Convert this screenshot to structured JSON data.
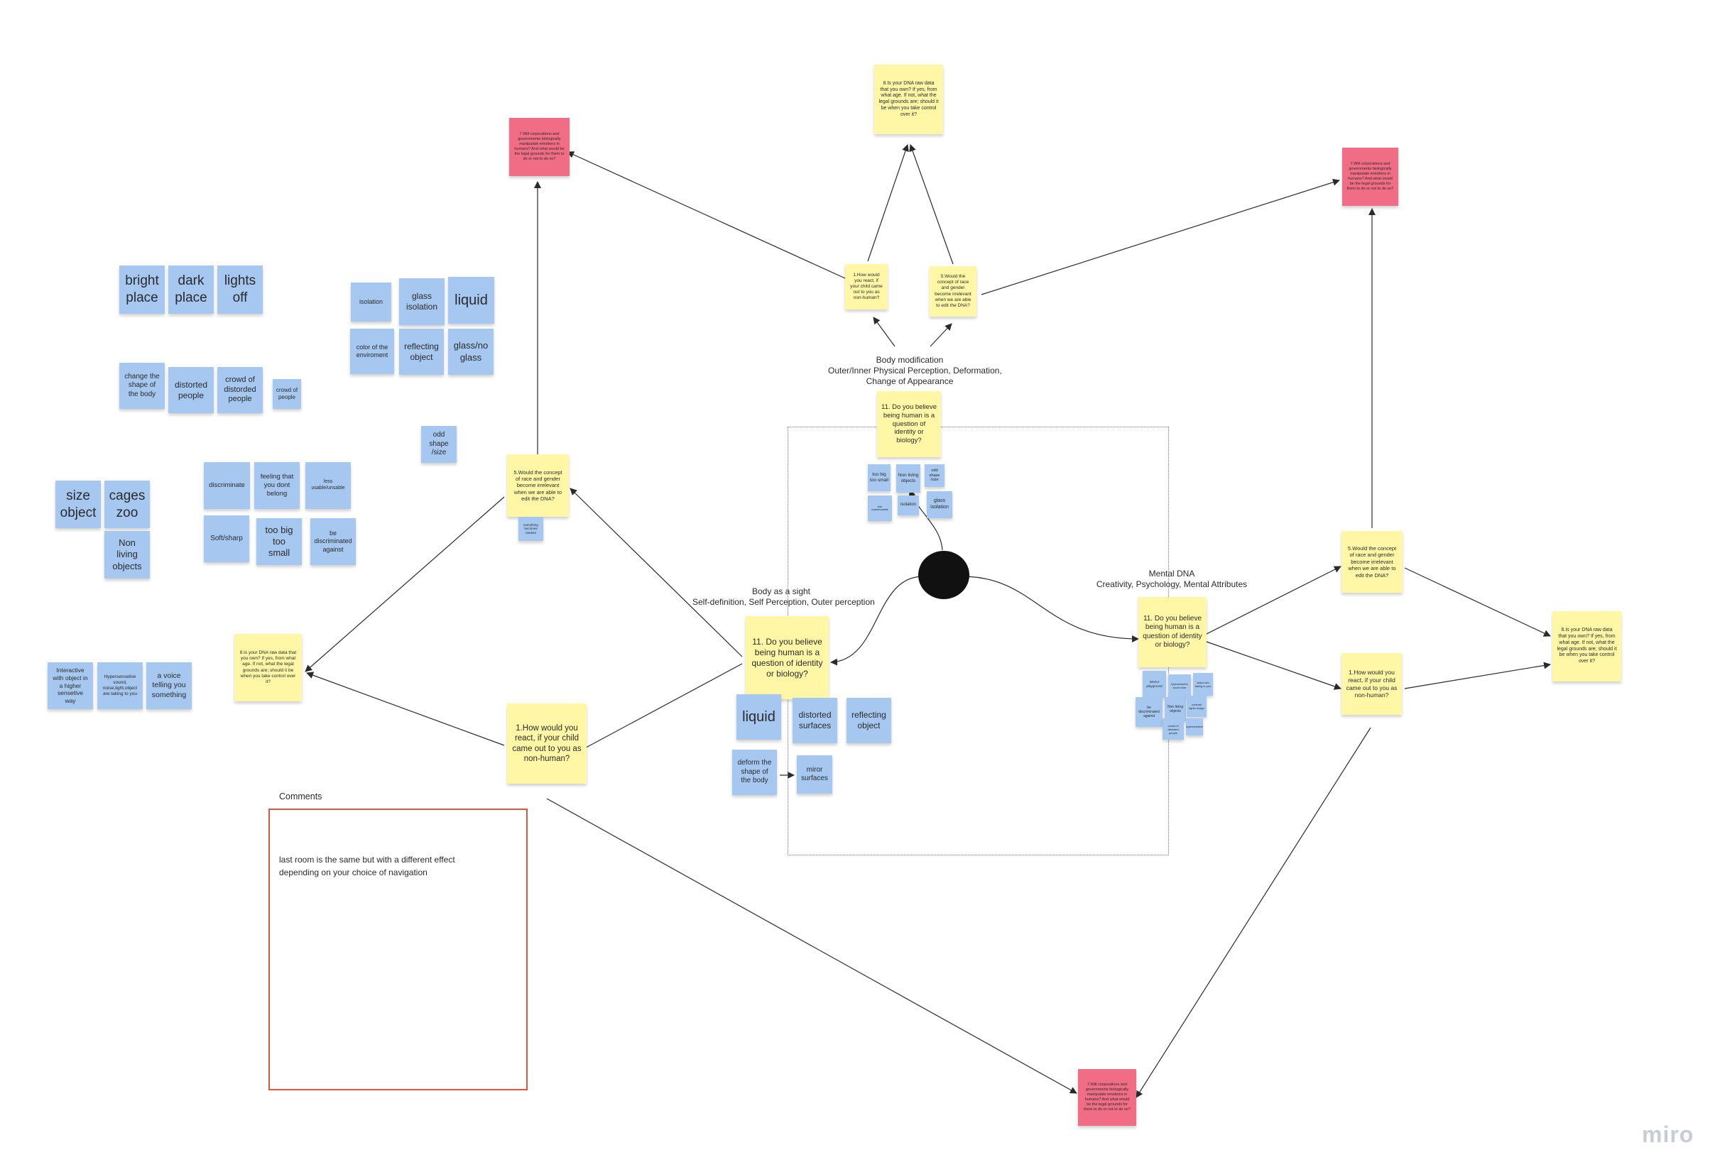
{
  "board": {
    "logo": "miro",
    "colors": {
      "yellow": "#fff7a6",
      "blue": "#a6c8f0",
      "pink": "#f16d86",
      "comment_border": "#e0553c"
    }
  },
  "labels": {
    "body_modification_1": "Body modification",
    "body_modification_2": "Outer/Inner Physical Perception, Deformation,",
    "body_modification_3": "Change of Appearance",
    "body_sight_1": "Body as a sight",
    "body_sight_2": "Self-definition, Self Perception, Outer perception",
    "mental_1": "Mental DNA",
    "mental_2": "Creativity, Psychology, Mental Attributes",
    "comments_title": "Comments"
  },
  "comment": {
    "line1": "last room is the same but with a different effect",
    "line2": "depending on your choice of navigation"
  },
  "notes": {
    "center_top_q11": "11. Do you believe being human is a question of identity or biology?",
    "top_q1": "1.How would you react, if your child came out to you as non-human?",
    "top_q5": "5.Would the concept of race and gender become irrelevant when we are able to edit the DNA?",
    "top_q8": "8.Is your DNA raw data that you own? If yes, from what age. If not, what the legal grounds are; should it be when you take control over it?",
    "pink_left": "7.Will corporations and governments biologically manipulate emotions in humans? And what would be the legal grounds for them to do or not to do so?",
    "pink_right": "7.Will corporations and governments biologically manipulate emotions in humans? And what would be the legal grounds for them to do or not to do so?",
    "pink_bottom": "7.Will corporations and governments biologically manipulate emotions in humans? And what would be the legal grounds for them to do or not to do so?",
    "left_q5": "5.Would the concept of race and gender become irrelevant when we are able to edit the DNA?",
    "left_q5_sub": "everything becomes random",
    "left_q8": "8.Is your DNA raw data that you own? If yes, from what age. If not, what the legal grounds are; should it be when you take control over it?",
    "left_q1": "1.How would you react, if your child came out to you as non-human?",
    "body_q11": "11. Do you believe being human is a question of identity or biology?",
    "mental_q11": "11. Do you believe being human is a question of identity or biology?",
    "right_q5": "5.Would the concept of race and gender become irrelevant when we are able to edit the DNA?",
    "right_q1": "1.How would you react, if your child came out to you as non-human?",
    "right_q8": "8.Is your DNA raw data that you own? If yes, from what age. If not, what the legal grounds are; should it be when you take control over it?"
  },
  "blue_notes": {
    "bright_place": "bright place",
    "dark_place": "dark place",
    "lights_off": "lights off",
    "change_shape": "change the shape of the body",
    "distorted_people": "distorted people",
    "crowd_distorded": "crowd of distorded people",
    "crowd_people": "crowd of people",
    "isolation": "isolation",
    "glass_isolation": "glass isolation",
    "liquid": "liquid",
    "color_env": "color of the enviroment",
    "reflecting_object": "reflecting object",
    "glass_no_glass": "glass/no glass",
    "odd_shape": "odd shape /size",
    "discriminate": "discriminate",
    "feeling_dont_belong": "feeling that you dont belong",
    "less_usable": "less usable/unsable",
    "soft_sharp": "Soft/sharp",
    "too_big_small": "too big too small",
    "be_discriminated": "be discriminated against",
    "size_object": "size object",
    "cages_zoo": "cages zoo",
    "non_living_objects": "Non living objects",
    "interactive": "Interactive with object in a higher sensetive way",
    "hypersensitive": "Hypersensetive sound, noise,light,object are taking to you",
    "voice": "a voice telling you something",
    "c_too_big": "too big too small",
    "c_non_living": "Non living objects",
    "c_odd_shape": "odd shape /size",
    "c_less_usable": "less usable/unsable",
    "c_isolation": "isolation",
    "c_glass_isolation": "glass isolation",
    "b_liquid": "liquid",
    "b_distorted_surfaces": "distorted surfaces",
    "b_reflecting_object": "reflecting object",
    "b_deform": "deform the shape of the body",
    "b_miror": "miror surfaces",
    "m_1": "interior playground",
    "m_2": "hypersensetive sound noise",
    "m_3": "object are taking to you",
    "m_4": "be discriminated against",
    "m_5": "Non living objects",
    "m_6": "contrast lights image",
    "m_7": "crowd of distorted people",
    "m_8": "hypersensetive"
  }
}
